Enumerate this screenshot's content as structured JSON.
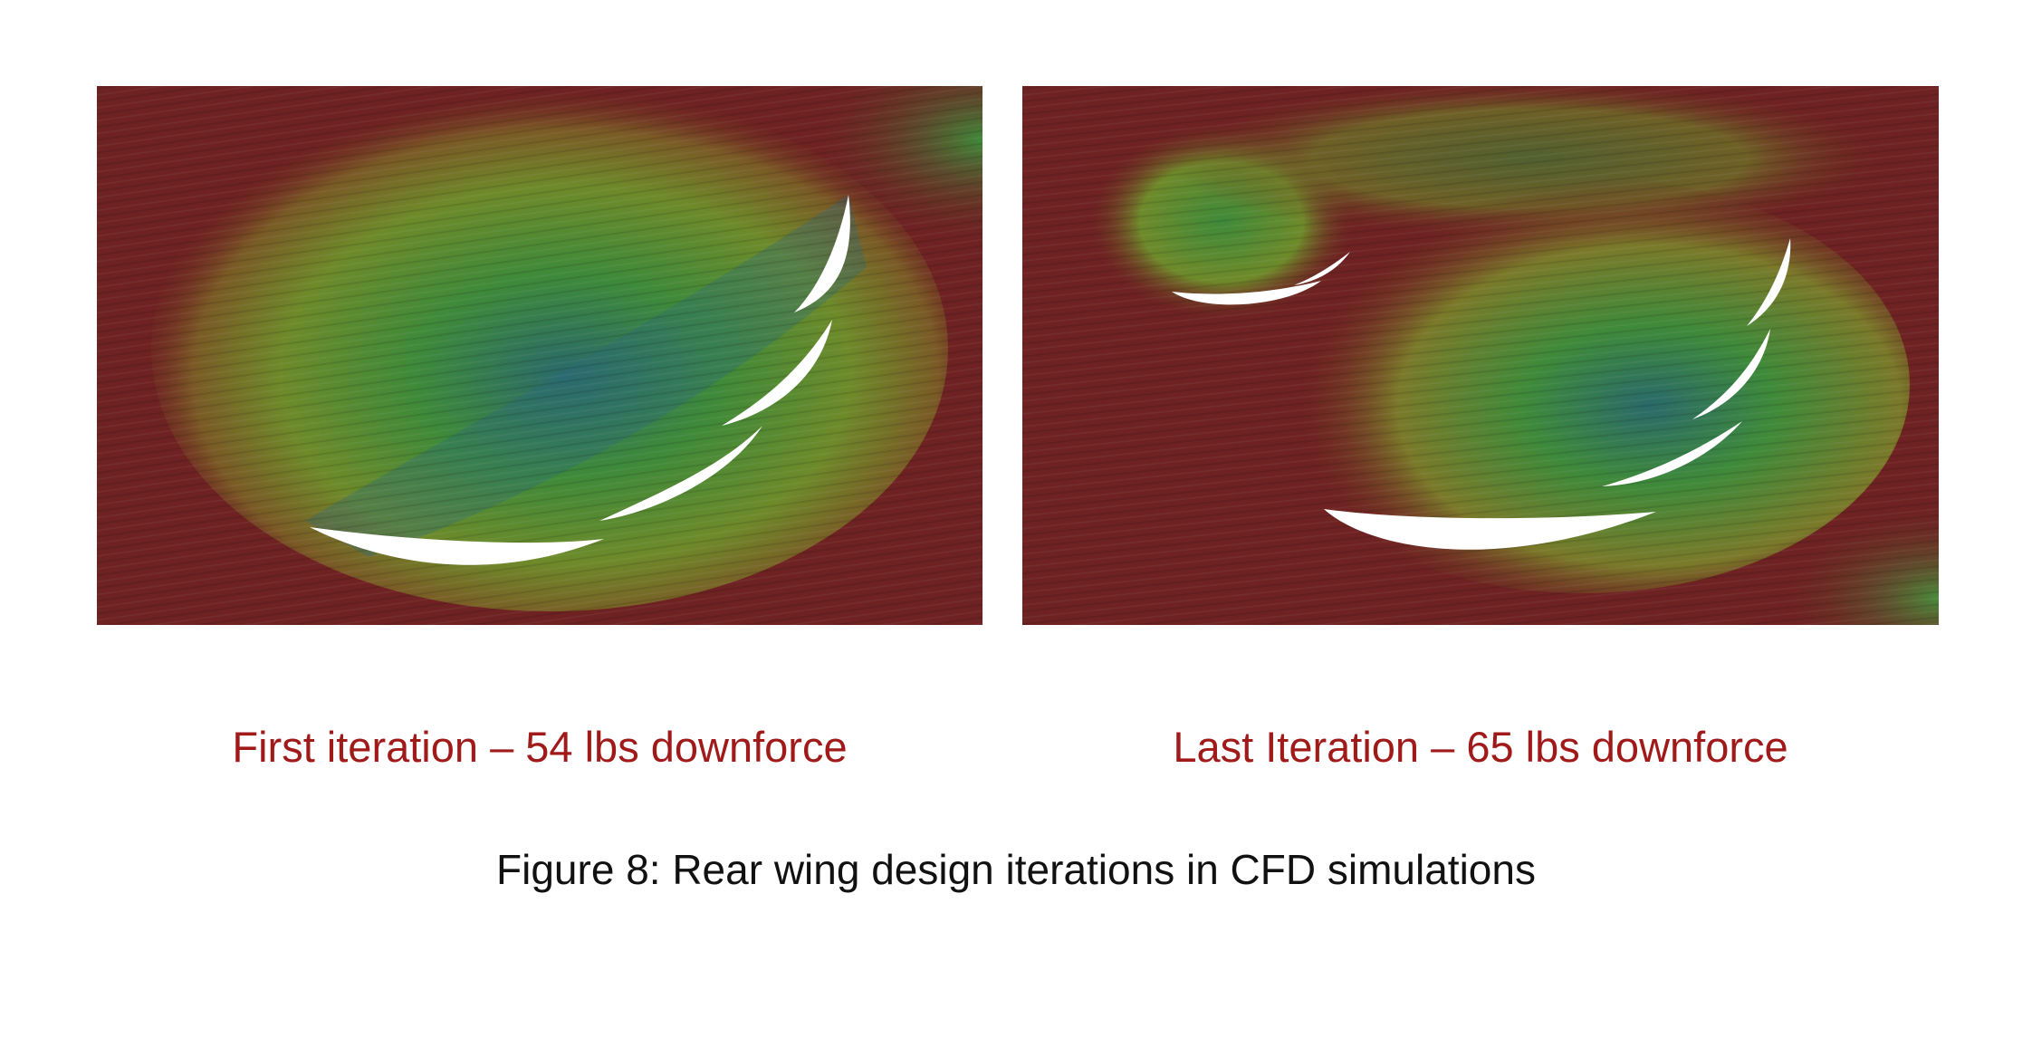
{
  "figure": {
    "caption": "Figure 8: Rear wing design iterations in CFD simulations"
  },
  "panels": [
    {
      "label": "First iteration – 54 lbs downforce",
      "downforce_lbs": 54
    },
    {
      "label": "Last Iteration – 65 lbs downforce",
      "downforce_lbs": 65
    }
  ],
  "colors": {
    "caption_accent": "#a01a1a",
    "caption_text": "#111111",
    "cfd_low_velocity": "#6e2222",
    "cfd_mid_velocity": "#5a8a2a",
    "cfd_high_velocity": "#2a6a7a",
    "airfoil": "#ffffff"
  }
}
